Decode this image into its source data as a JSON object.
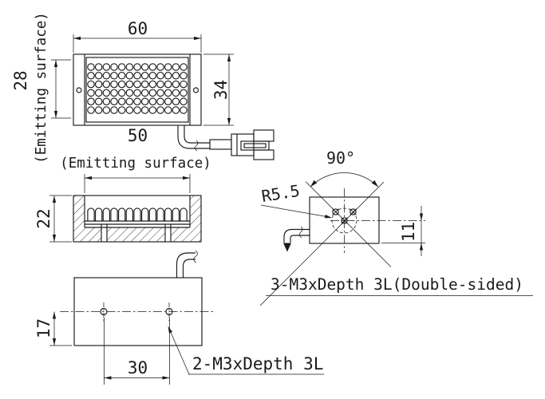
{
  "colors": {
    "line": "#1a1a1a",
    "background": "#ffffff"
  },
  "top_view": {
    "width_dim": "60",
    "height_dim": "34",
    "emitting_height_dim": "28",
    "emitting_height_note": "(Emitting surface)",
    "led_grid_cols": 13,
    "led_grid_rows": 6
  },
  "section_view": {
    "emitting_width_dim": "50",
    "emitting_width_note": "(Emitting surface)",
    "height_dim": "22",
    "led_count": 13
  },
  "bottom_view": {
    "offset_dim": "17",
    "spacing_dim": "30",
    "holes_note": "2-M3xDepth 3L"
  },
  "end_view": {
    "angle_dim": "90°",
    "radius_dim": "R5.5",
    "offset_dim": "11",
    "holes_note": "3-M3xDepth 3L(Double-sided)"
  }
}
